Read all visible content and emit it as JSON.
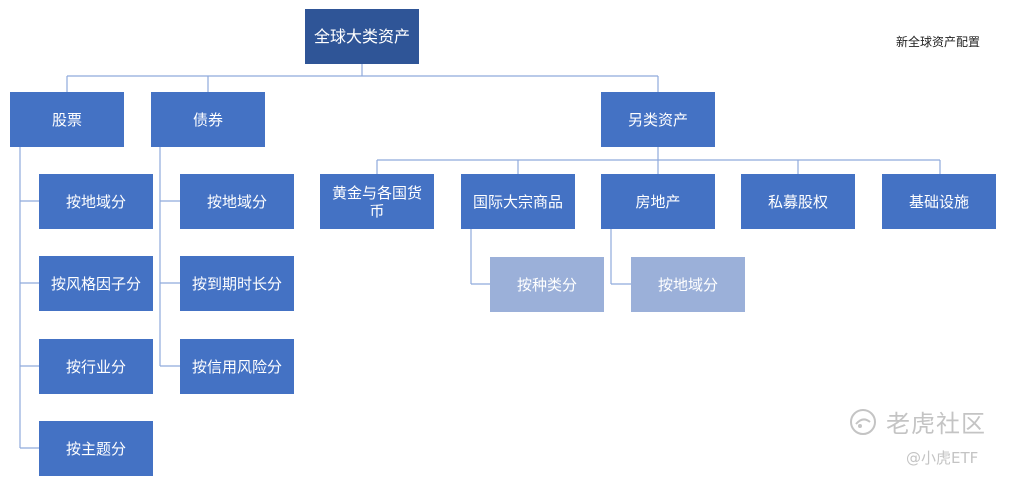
{
  "caption": "新全球资产配置",
  "root": "全球大类资产",
  "stocks": {
    "label": "股票",
    "children": [
      "按地域分",
      "按风格因子分",
      "按行业分",
      "按主题分"
    ]
  },
  "bonds": {
    "label": "债券",
    "children": [
      "按地域分",
      "按到期时长分",
      "按信用风险分"
    ]
  },
  "alternatives": {
    "label": "另类资产",
    "children": [
      "黄金与各国货币",
      "国际大宗商品",
      "房地产",
      "私募股权",
      "基础设施"
    ],
    "commodities_sub": "按种类分",
    "realestate_sub": "按地域分"
  },
  "watermark": {
    "brand": "老虎社区",
    "handle": "@小虎ETF",
    "icon": "tiger-logo-icon"
  }
}
